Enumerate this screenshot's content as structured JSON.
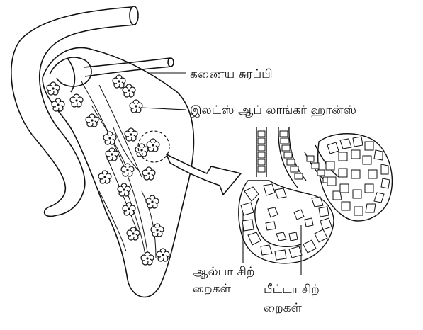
{
  "figure": {
    "labels": {
      "duct": "கணைய சுரப்பி",
      "islets": "இலட்ஸ் ஆப் லாங்கர் ஹான்ஸ்",
      "alpha_line1": "ஆல்பா சிற்",
      "alpha_line2": "றைகள்",
      "beta_line1": "பீட்டா சிற்",
      "beta_line2": "றைகள்"
    },
    "colors": {
      "ink": "#111111",
      "background": "#ffffff"
    },
    "icons": [
      "flower-cluster-icon",
      "enlargement-arrow-icon"
    ]
  }
}
